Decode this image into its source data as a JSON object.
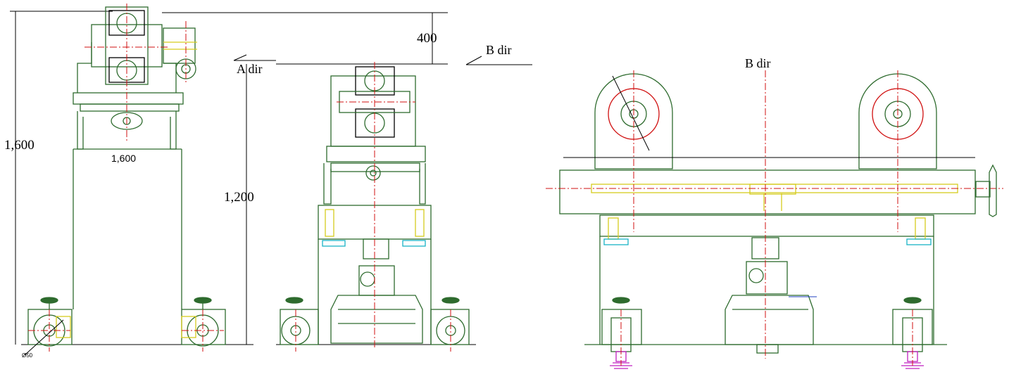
{
  "drawing": {
    "labels": {
      "overall_height": "1,600",
      "width_dim": "1,600",
      "lower_height": "1,200",
      "top_offset": "400",
      "view_a": "A dir",
      "view_b_arrow": "B dir",
      "view_b_title": "B dir",
      "detail_mark": "Ø50"
    },
    "colors": {
      "outline": "#2e6b2e",
      "centerline": "#d01010",
      "hidden": "#d6cc1e",
      "dimension": "#000000",
      "accent": "#19b3c6",
      "magenta": "#c020c0",
      "blue": "#2040c0"
    }
  }
}
